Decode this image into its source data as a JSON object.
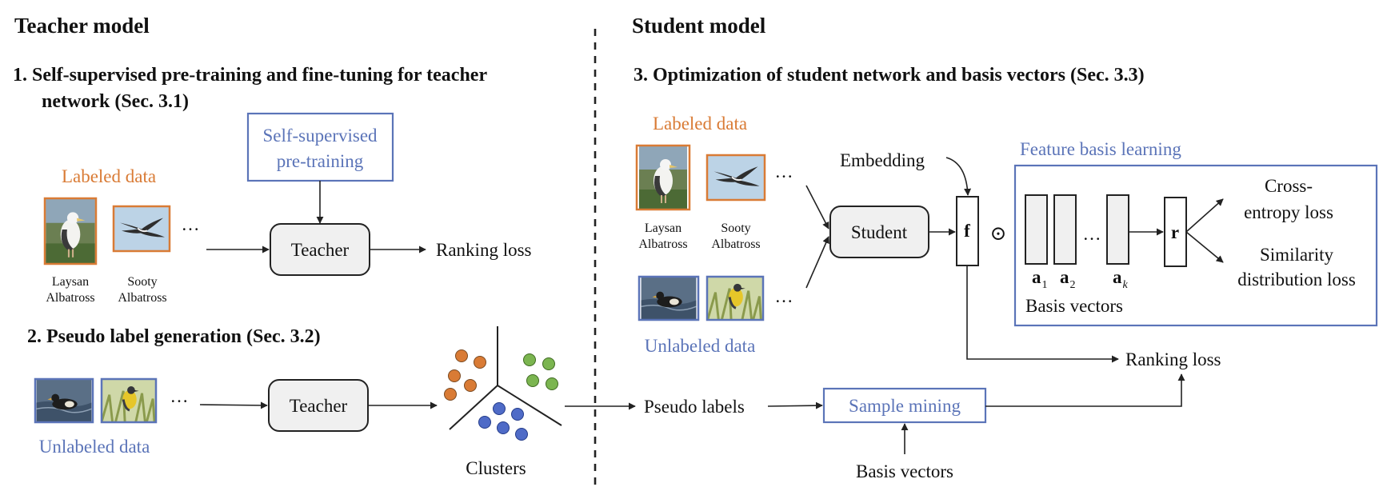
{
  "teacher": {
    "title": "Teacher model",
    "step1": {
      "line1": "1.   Self-supervised pre-training and fine-tuning for teacher",
      "line2": "network (Sec. 3.1)"
    },
    "ssl_box": {
      "line1": "Self-supervised",
      "line2": "pre-training"
    },
    "labeled_title": "Labeled data",
    "caption_1_line1": "Laysan",
    "caption_1_line2": "Albatross",
    "caption_2_line1": "Sooty",
    "caption_2_line2": "Albatross",
    "ellipsis": "…",
    "teacher_label": "Teacher",
    "ranking_loss": "Ranking loss",
    "step2": "2. Pseudo label generation (Sec. 3.2)",
    "unlabeled_title": "Unlabeled data",
    "clusters_label": "Clusters"
  },
  "student": {
    "title": "Student model",
    "step3": "3. Optimization of student network and basis vectors (Sec. 3.3)",
    "labeled_title": "Labeled data",
    "caption_1_line1": "Laysan",
    "caption_1_line2": "Albatross",
    "caption_2_line1": "Sooty",
    "caption_2_line2": "Albatross",
    "ellipsis": "…",
    "unlabeled_title": "Unlabeled data",
    "student_label": "Student",
    "embedding": "Embedding",
    "f_label": "f",
    "odot": "⊙",
    "feature_basis_title": "Feature basis learning",
    "basis_a1": "a",
    "basis_a1_sub": "1",
    "basis_a2": "a",
    "basis_a2_sub": "2",
    "basis_ak": "a",
    "basis_ak_sub": "k",
    "basis_vectors_label": "Basis vectors",
    "r_label": "r",
    "ce_line1": "Cross-",
    "ce_line2": "entropy loss",
    "sim_line1": "Similarity",
    "sim_line2": "distribution loss",
    "ranking_loss": "Ranking loss",
    "pseudo_labels": "Pseudo labels",
    "sample_mining": "Sample mining",
    "basis_vectors_bottom": "Basis vectors"
  },
  "colors": {
    "orange": "#D97B35",
    "blue": "#5B74B8",
    "green": "#7BB550",
    "cluster_blue": "#4F6BC7"
  }
}
